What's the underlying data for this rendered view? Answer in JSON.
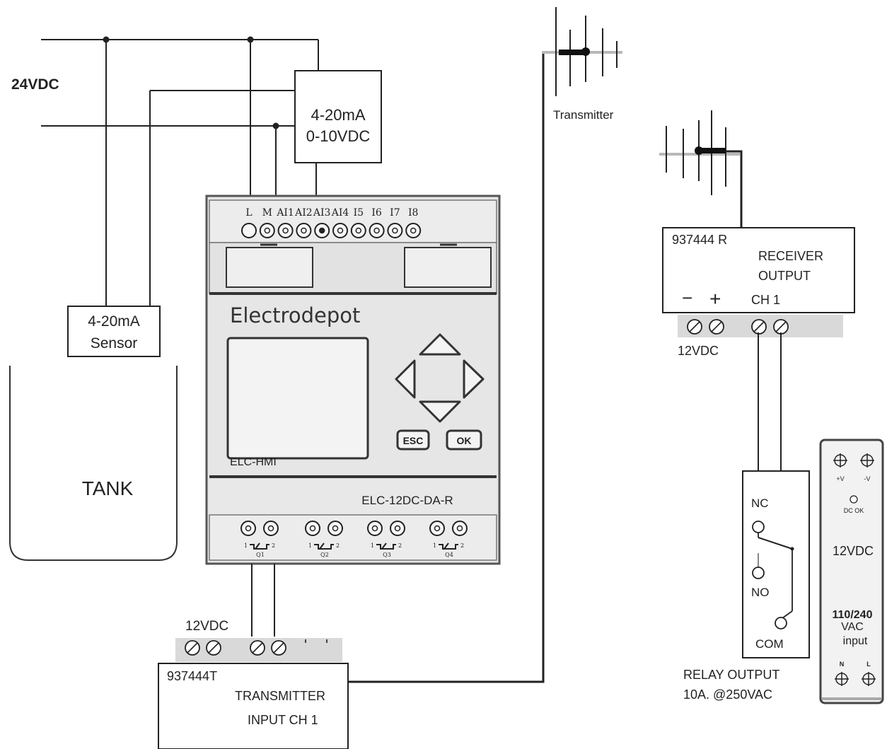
{
  "supply": {
    "label": "24VDC"
  },
  "converter": {
    "line1": "4-20mA",
    "line2": "0-10VDC"
  },
  "sensor": {
    "line1": "4-20mA",
    "line2": "Sensor"
  },
  "tank": {
    "label": "TANK"
  },
  "plc": {
    "brand": "Electrodepot",
    "model": "ELC-12DC-DA-R",
    "hmi_label": "ELC-HMI",
    "input_terminals": [
      "L",
      "M",
      "AI1",
      "AI2",
      "AI3",
      "AI4",
      "I5",
      "I6",
      "I7",
      "I8"
    ],
    "output_terminals": [
      "Q1",
      "Q2",
      "Q3",
      "Q4"
    ],
    "esc_label": "ESC",
    "ok_label": "OK"
  },
  "transmitter_antenna": {
    "label": "Transmitter"
  },
  "transmitter_unit": {
    "code": "937444T",
    "line1": "TRANSMITTER",
    "line2": "INPUT CH 1",
    "supply_label": "12VDC"
  },
  "receiver_unit": {
    "code": "937444 R",
    "line1": "RECEIVER",
    "line2": "OUTPUT",
    "minus": "−",
    "plus": "+",
    "channel": "CH 1",
    "supply_label": "12VDC"
  },
  "relay": {
    "nc": "NC",
    "no": "NO",
    "com": "COM",
    "caption1": "RELAY OUTPUT",
    "caption2": "10A. @250VAC"
  },
  "power_supply": {
    "plus_v": "+V",
    "minus_v": "-V",
    "dc_ok": "DC OK",
    "output": "12VDC",
    "input1": "110/240",
    "input2": "VAC",
    "input3": "input",
    "n": "N",
    "l": "L"
  }
}
